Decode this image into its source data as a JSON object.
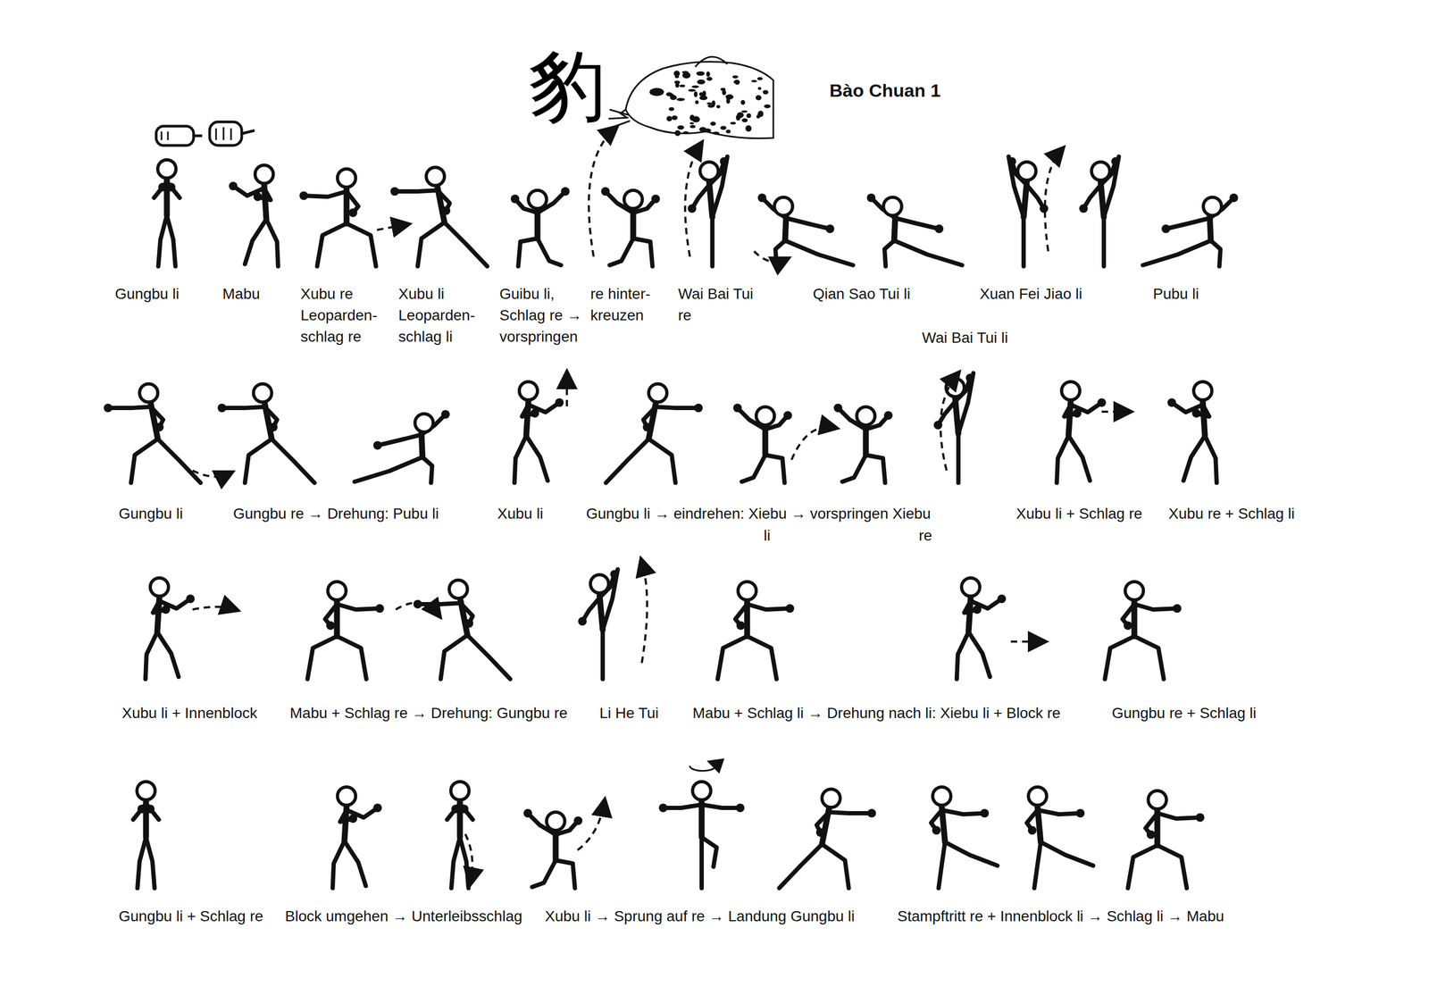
{
  "diagram": {
    "title": "Bào Chuan 1",
    "labels": [
      "豹",
      "Gungbu li",
      "Mabu",
      "Xubu re Leoparden- schlag re",
      "Xubu li Leoparden- schlag li",
      "Guibu li, Schlag re → vorspringen",
      "re hinter- kreuzen",
      "Wai Bai Tui re",
      "Qian Sao Tui li",
      "Xuan Fei Jiao li",
      "Pubu li",
      "Wai Bai Tui li",
      "Gungbu li",
      "Gungbu re → Drehung: Pubu li",
      "Xubu li",
      "Gungbu li → eindrehen: Xiebu → vorspringen Xiebu",
      "li",
      "re",
      "Xubu li + Schlag re",
      "Xubu re + Schlag li",
      "Xubu li + Innenblock",
      "Mabu + Schlag re → Drehung: Gungbu re",
      "Li He Tui",
      "Mabu + Schlag li → Drehung nach li: Xiebu li + Block re",
      "Gungbu re + Schlag li",
      "Gungbu li + Schlag re",
      "Block umgehen → Unterleibsschlag",
      "Xubu li → Sprung auf re → Landung Gungbu li",
      "Stampftritt re + Innenblock li → Schlag li → Mabu"
    ]
  }
}
